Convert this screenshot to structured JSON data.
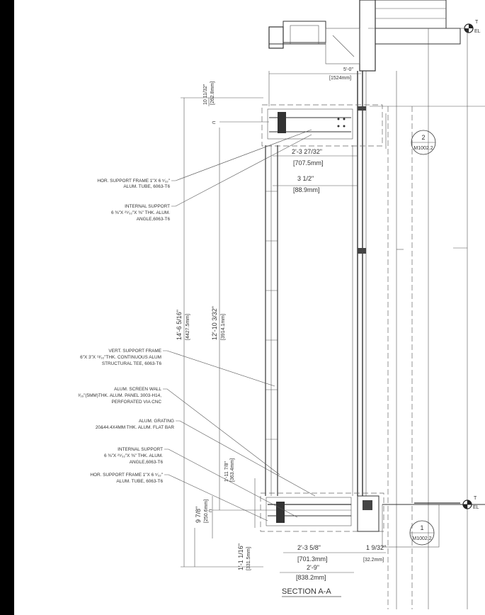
{
  "drawing": {
    "title": "SECTION A-A",
    "colors": {
      "line": "#333333",
      "background": "#ffffff",
      "frame": "#000000"
    },
    "callouts": [
      {
        "id": "hor-support-top",
        "lines": [
          "HOR. SUPPORT FRAME 1\"X 6 ⁵⁄₃₂\"",
          "ALUM. TUBE, 6063-T6"
        ]
      },
      {
        "id": "internal-support-top",
        "lines": [
          "INTERNAL SUPPORT",
          "6 ⅜\"X ²⁹⁄₃₂\"X ⅜\" THK. ALUM.",
          "ANGLE,6063-T6"
        ]
      },
      {
        "id": "vert-support",
        "lines": [
          "VERT. SUPPORT FRAME",
          "6\"X 3\"X ¹³⁄₃₂\"THK. CONTINUOUS ALUM",
          "STRUCTURAL TEE, 6063-T6"
        ]
      },
      {
        "id": "screen-wall",
        "lines": [
          "ALUM. SCREEN WALL",
          "³⁄₁₆\"(5MM)THK. ALUM. PANEL 3003-H14,",
          "PERFORATED VIA CNC"
        ]
      },
      {
        "id": "grating",
        "lines": [
          "ALUM. GRATING",
          "20&44.4X4MM THK. ALUM. FLAT BAR"
        ]
      },
      {
        "id": "internal-support-bottom",
        "lines": [
          "INTERNAL SUPPORT",
          "6 ⅜\"X ²⁹⁄₃₂\"X ⅜\" THK. ALUM.",
          "ANGLE,6063-T6"
        ]
      },
      {
        "id": "hor-support-bottom",
        "lines": [
          "HOR. SUPPORT FRAME 1\"X 6 ⁵⁄₃₂\"",
          "ALUM. TUBE, 6063-T6"
        ]
      }
    ],
    "dimensions": {
      "top_height": [
        "10 11/32\"",
        "[262.8mm]"
      ],
      "top_width": [
        "5'-0\"",
        "[1524mm]"
      ],
      "frame_offset": [
        "2'-3 27/32\"",
        "[707.5mm]"
      ],
      "tube_depth": [
        "3 1/2\"",
        "[88.9mm]"
      ],
      "overall_height": [
        "14'-6 5/16\"",
        "[4427.5mm]"
      ],
      "inner_height": [
        "12'-10 3/32\"",
        "[3914.1mm]"
      ],
      "bottom_small": [
        "1'-11 7/8\"",
        "[363.4mm]"
      ],
      "bottom_frame": [
        "9 7/8\"",
        "[250.6mm]"
      ],
      "base_height": [
        "1'-1 1/16\"",
        "[331.5mm]"
      ],
      "bottom_width_a": [
        "2'-3 5/8\"",
        "[701.3mm]"
      ],
      "bottom_width_b": [
        "1 9/32\"",
        "[32.2mm]"
      ],
      "bottom_total": [
        "2'-9\"",
        "[838.2mm]"
      ]
    },
    "detail_tags": [
      {
        "number": "2",
        "sheet": "M1002.2"
      },
      {
        "number": "1",
        "sheet": "M1002.2"
      }
    ],
    "level_markers": [
      {
        "letter": "T",
        "code": "EL"
      },
      {
        "letter": "T",
        "code": "EL"
      }
    ]
  }
}
